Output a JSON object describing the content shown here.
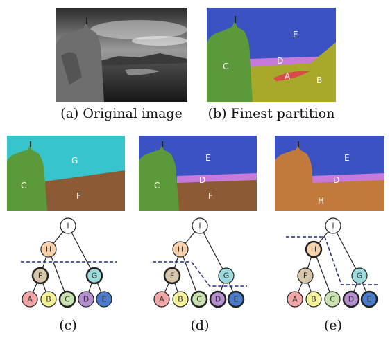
{
  "captions": {
    "a": "(a) Original image",
    "b": "(b) Finest partition",
    "c": "(c)",
    "d": "(d)",
    "e": "(e)"
  },
  "regions": {
    "b": {
      "E": "E",
      "C": "C",
      "D": "D",
      "A": "A",
      "B": "B"
    },
    "c": {
      "G": "G",
      "C": "C",
      "F": "F"
    },
    "d": {
      "E": "E",
      "C": "C",
      "D": "D",
      "F": "F"
    },
    "e": {
      "E": "E",
      "D": "D",
      "H": "H"
    }
  },
  "tree_nodes": [
    "I",
    "H",
    "G",
    "F",
    "A",
    "B",
    "C",
    "D",
    "E"
  ],
  "colors": {
    "sky": "#3d52c2",
    "rock": "#5a9a3a",
    "ground": "#a8a82a",
    "horizon": "#c77ad9",
    "river": "#d94a4a",
    "merged_G": "#38c4cc",
    "merged_F": "#8c5a34",
    "merged_H": "#c27a3c",
    "cut_line": "#1f2d8c",
    "node_A": "#f3a6a6",
    "node_B": "#f5f09a",
    "node_C": "#c8e2b0",
    "node_D": "#b590d0",
    "node_E": "#4a7ccc",
    "node_F": "#d8c6aa",
    "node_G": "#9cdcdc",
    "node_H": "#f8d2aa",
    "node_I": "#ffffff"
  }
}
